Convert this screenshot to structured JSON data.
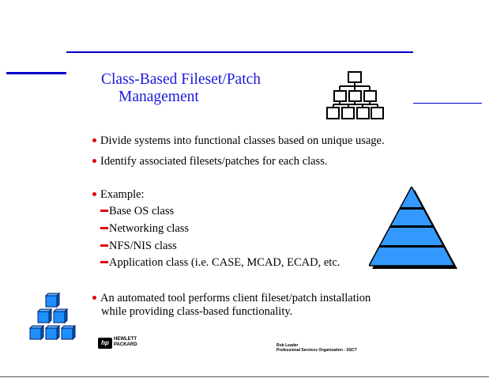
{
  "title": {
    "line1": "Class-Based Fileset/Patch",
    "line2": "Management"
  },
  "bullets": [
    "Divide systems into functional classes based on unique usage.",
    "Identify associated filesets/patches for each class."
  ],
  "example": {
    "label": "Example:",
    "items": [
      "Base OS class",
      "Networking class",
      "NFS/NIS class",
      "Application class (i.e. CASE, MCAD, ECAD, etc."
    ]
  },
  "final_bullet": {
    "line1": "An automated tool performs client fileset/patch installation",
    "line2": "while providing class-based functionality."
  },
  "footer": {
    "logo_text": "hp",
    "company_line1": "HEWLETT",
    "company_line2": "PACKARD",
    "author_name": "Rob Leader",
    "author_org": "Professional Services Organization - SSCT"
  },
  "icons": {
    "hierarchy": "network-hierarchy-icon",
    "pyramid": "layered-pyramid-icon",
    "blocks": "stacked-blocks-icon"
  },
  "colors": {
    "accent_blue": "#0000cc",
    "title_blue": "#1a1adf",
    "bullet_red": "#e00000",
    "pyramid_blue": "#3399ff",
    "block_blue": "#1e8fff"
  }
}
